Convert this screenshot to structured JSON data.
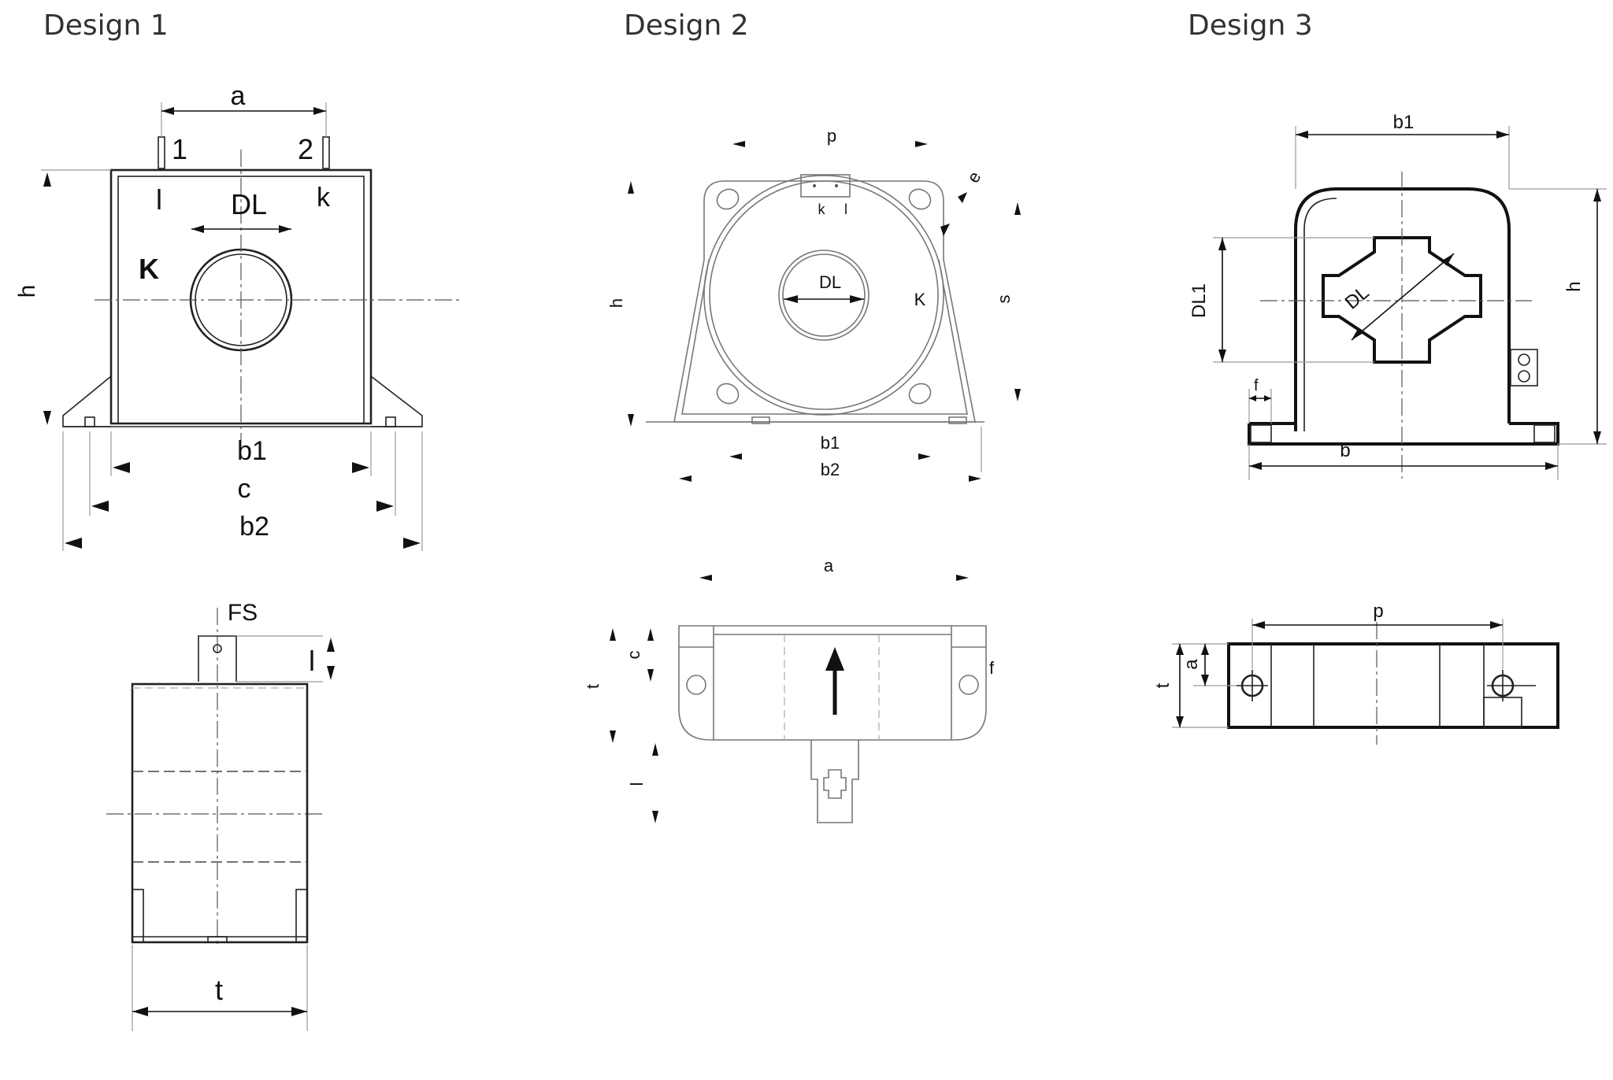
{
  "designs": [
    {
      "title": "Design 1",
      "front_labels": {
        "a": "a",
        "terminal1": "1",
        "terminal2": "2",
        "l": "l",
        "k": "k",
        "dl": "DL",
        "K": "K",
        "h": "h",
        "b1": "b1",
        "c": "c",
        "b2": "b2"
      },
      "side_labels": {
        "fs": "FS",
        "l": "l",
        "t": "t"
      }
    },
    {
      "title": "Design 2",
      "front_labels": {
        "p": "p",
        "e": "e",
        "h": "h",
        "s": "s",
        "k": "k",
        "l": "l",
        "dl": "DL",
        "K": "K",
        "b1": "b1",
        "b2": "b2"
      },
      "side_labels": {
        "a": "a",
        "t": "t",
        "c": "c",
        "f": "f",
        "l": "l"
      }
    },
    {
      "title": "Design 3",
      "front_labels": {
        "b1": "b1",
        "h": "h",
        "dl1": "DL1",
        "dl": "DL",
        "f": "f",
        "b": "b"
      },
      "side_labels": {
        "p": "p",
        "a": "a",
        "t": "t"
      }
    }
  ]
}
